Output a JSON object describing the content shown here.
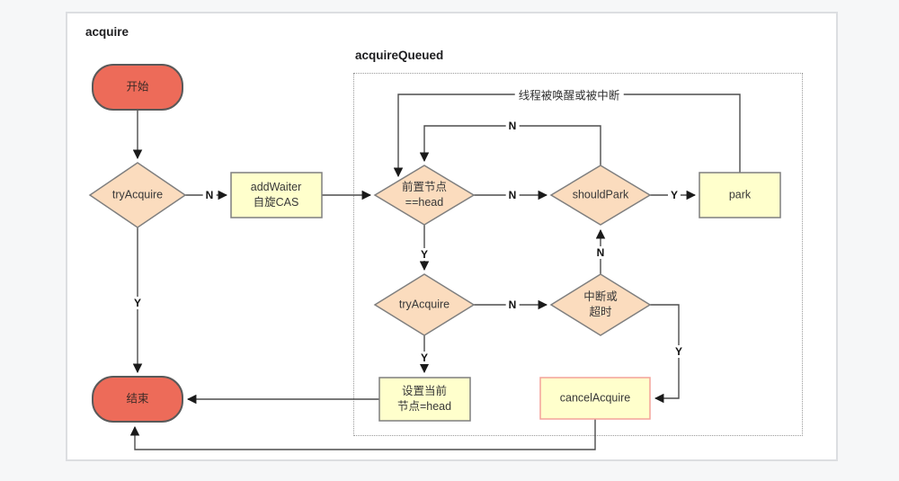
{
  "titles": {
    "outer": "acquire",
    "inner": "acquireQueued"
  },
  "nodes": {
    "start": {
      "label": "开始"
    },
    "try_acquire_1": {
      "label": "tryAcquire"
    },
    "add_waiter": {
      "line1": "addWaiter",
      "line2": "自旋CAS"
    },
    "pred_is_head": {
      "line1": "前置节点",
      "line2": "==head"
    },
    "should_park": {
      "label": "shouldPark"
    },
    "park": {
      "label": "park"
    },
    "try_acquire_2": {
      "label": "tryAcquire"
    },
    "interrupt_or_timeout": {
      "line1": "中断或",
      "line2": "超时"
    },
    "set_head": {
      "line1": "设置当前",
      "line2": "节点=head"
    },
    "cancel_acquire": {
      "label": "cancelAcquire"
    },
    "end": {
      "label": "结束"
    }
  },
  "edge_labels": {
    "try1_no": "N",
    "try1_yes": "Y",
    "pred_no": "N",
    "pred_yes": "Y",
    "should_park_yes": "Y",
    "should_park_loop_no": "N",
    "wakeup": "线程被唤醒或被中断",
    "try2_no": "N",
    "try2_yes": "Y",
    "interrupt_no": "N",
    "interrupt_yes": "Y"
  },
  "colors": {
    "page_bg": "#f6f7f8",
    "canvas_bg": "#ffffff",
    "line": "#4d4d4d",
    "terminal_fill": "#ed6b59",
    "terminal_stroke": "#595959",
    "process_fill": "#ffffcc",
    "process_stroke": "#7f7f7f",
    "decision_fill": "#fbdcbe",
    "decision_stroke": "#7f7f7f",
    "cancel_stroke": "#f4a29a"
  }
}
